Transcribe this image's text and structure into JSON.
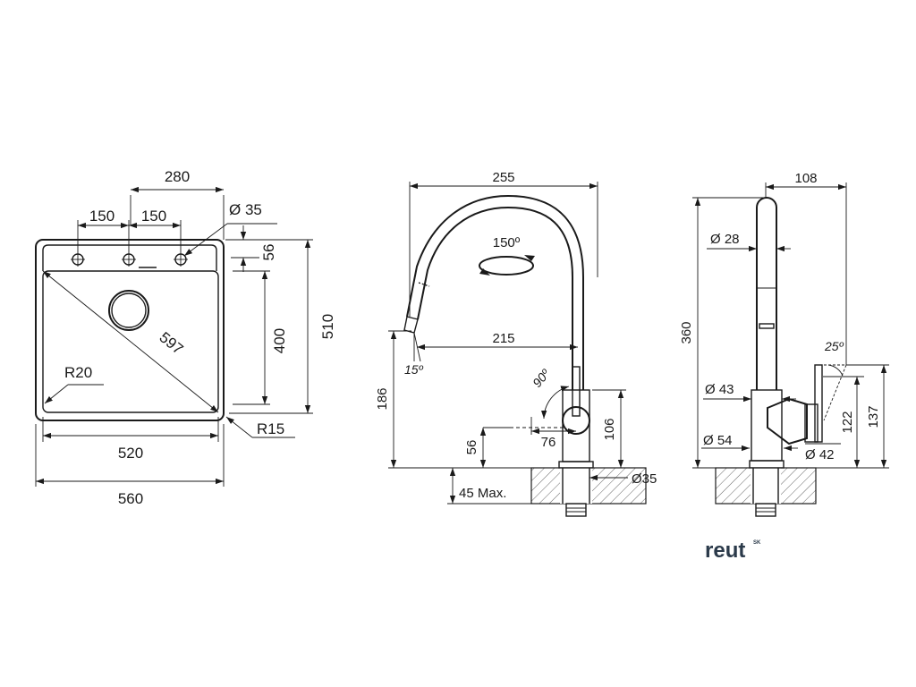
{
  "sink": {
    "top_width": "280",
    "hole_spacing_left": "150",
    "hole_spacing_right": "150",
    "hole_diameter": "Ø 35",
    "hole_offset": "56",
    "diagonal": "597",
    "inner_radius": "R20",
    "bowl_depth": "400",
    "outer_depth": "510",
    "outer_radius": "R15",
    "bowl_width": "520",
    "outer_width": "560"
  },
  "faucet_front": {
    "reach": "255",
    "rotation": "150º",
    "spout_reach": "215",
    "spout_angle": "15º",
    "lever_angle": "90º",
    "total_height": "186",
    "body_height": "106",
    "lever_offset": "76",
    "lever_height": "56",
    "base_diameter": "Ø35",
    "max_thickness": "45 Max."
  },
  "faucet_side": {
    "depth": "108",
    "spout_diameter": "Ø 28",
    "total_height": "360",
    "lever_angle": "25º",
    "body_diameter": "Ø 43",
    "base_diameter": "Ø 54",
    "lever_diameter": "Ø 42",
    "lever_height": "122",
    "lever_top": "137"
  },
  "brand": {
    "name": "reut",
    "suffix": "SK",
    "color": "#2b3a4a"
  }
}
